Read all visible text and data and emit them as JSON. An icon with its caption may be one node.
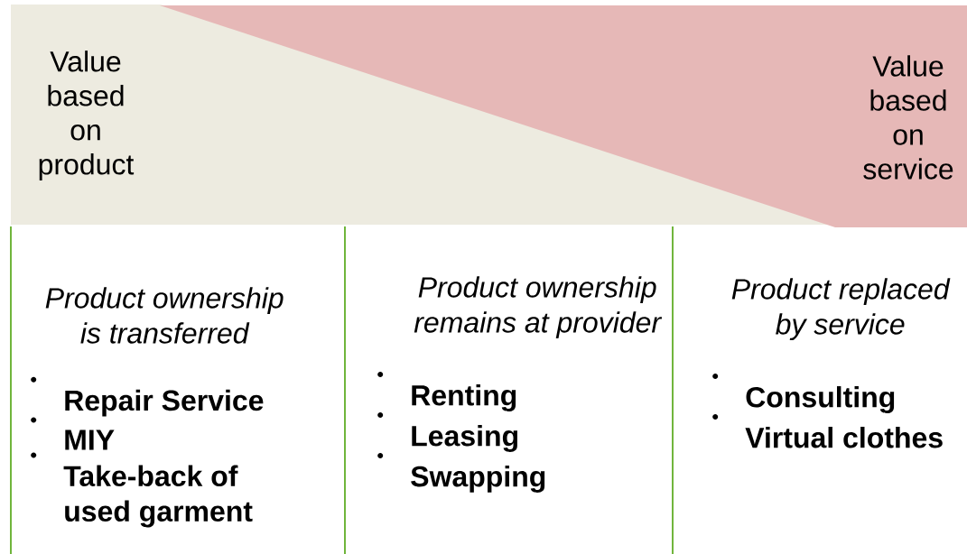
{
  "diagram": {
    "nodes": [
      {
        "text": [
          "Value based on product"
        ]
      },
      {
        "text": [
          "Value based on service"
        ]
      },
      {
        "text": [
          "Product ownership is transferred",
          "Repair Service",
          "MIY",
          "Take-back of used garment"
        ]
      },
      {
        "text": [
          "Product ownership remains at provider",
          "Renting",
          "Leasing",
          "Swapping"
        ]
      },
      {
        "text": [
          "Product replaced by service",
          "Consulting",
          "Virtual clothes"
        ]
      }
    ]
  }
}
